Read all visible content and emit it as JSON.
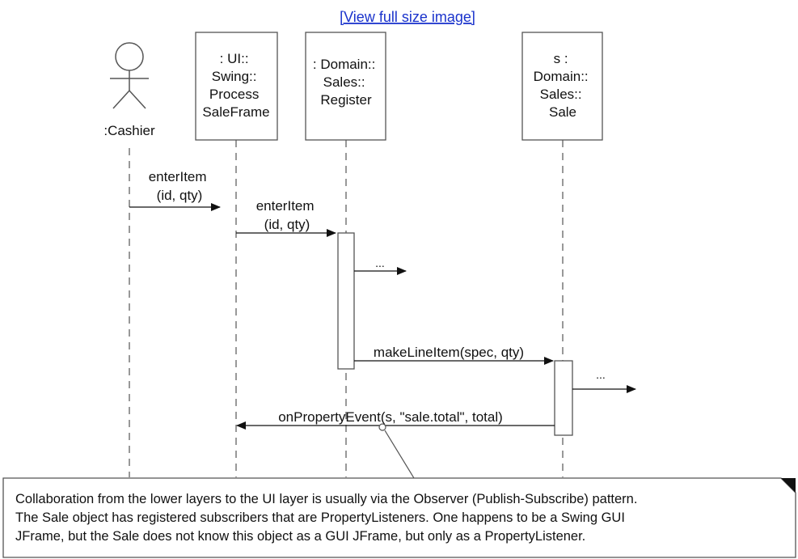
{
  "view_link": "[View full size image]",
  "participants": [
    {
      "id": "cashier",
      "lines": [
        ":Cashier"
      ]
    },
    {
      "id": "ui",
      "lines": [
        ": UI::",
        "Swing::",
        "Process",
        "SaleFrame"
      ]
    },
    {
      "id": "register",
      "lines": [
        ": Domain::",
        "Sales::",
        "Register"
      ]
    },
    {
      "id": "sale",
      "lines": [
        "s :",
        "Domain::",
        "Sales::",
        "Sale"
      ]
    }
  ],
  "messages": [
    {
      "id": "msg-cashier-ui",
      "lines": [
        "enterItem",
        "(id, qty)"
      ]
    },
    {
      "id": "msg-ui-register",
      "lines": [
        "enterItem",
        "(id, qty)"
      ]
    },
    {
      "id": "msg-register-out",
      "lines": [
        "..."
      ]
    },
    {
      "id": "msg-make-line-item",
      "lines": [
        "makeLineItem(spec, qty)"
      ]
    },
    {
      "id": "msg-sale-out",
      "lines": [
        "..."
      ]
    },
    {
      "id": "msg-property-event",
      "lines": [
        "onPropertyEvent(s, \"sale.total\", total)"
      ]
    }
  ],
  "note": {
    "lines": [
      "Collaboration from the lower layers to the UI layer is usually via the Observer (Publish-Subscribe) pattern.",
      "The Sale object has registered subscribers that are PropertyListeners. One happens to be a Swing GUI",
      "JFrame, but the Sale does not know this object as a GUI JFrame, but only as a PropertyListener."
    ]
  }
}
